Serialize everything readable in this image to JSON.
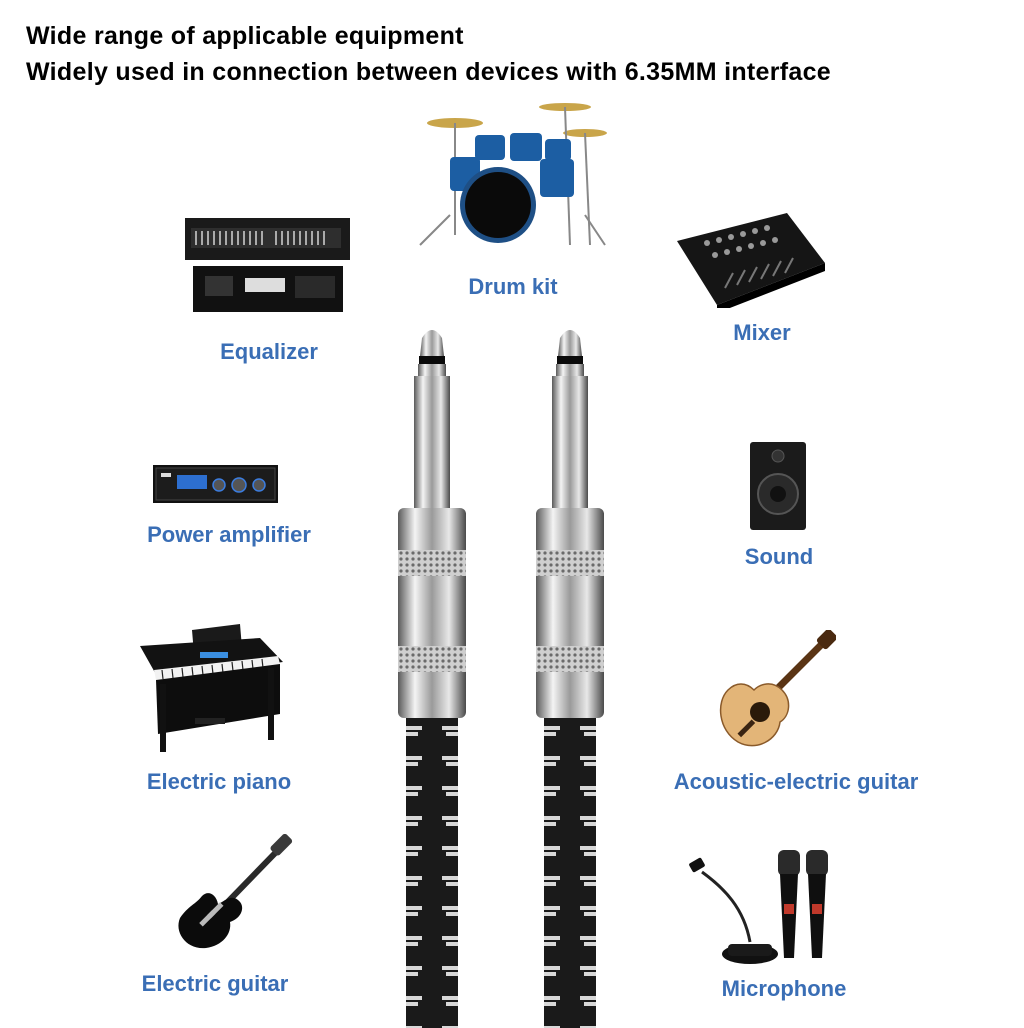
{
  "header": {
    "line1": "Wide range of applicable equipment",
    "line2": "Widely used in connection between devices with 6.35MM interface"
  },
  "devices": {
    "drum_kit": "Drum kit",
    "equalizer": "Equalizer",
    "mixer": "Mixer",
    "power_amplifier": "Power amplifier",
    "sound": "Sound",
    "electric_piano": "Electric piano",
    "acoustic_guitar": "Acoustic-electric guitar",
    "electric_guitar": "Electric guitar",
    "microphone": "Microphone"
  },
  "colors": {
    "label": "#3a6eb5",
    "headline": "#000000",
    "cable": "#111111"
  }
}
